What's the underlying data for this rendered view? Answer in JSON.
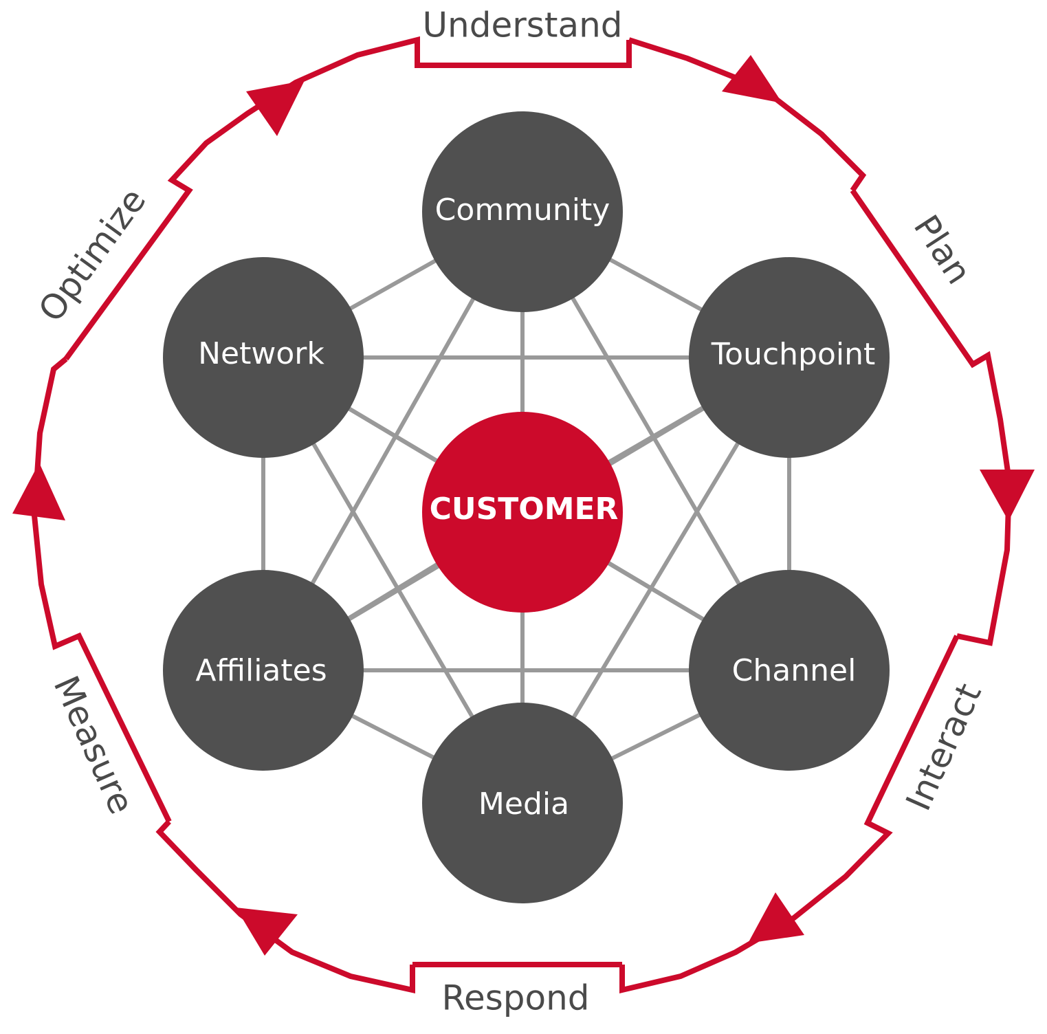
{
  "center": {
    "label": "CUSTOMER"
  },
  "nodes": [
    {
      "id": "community",
      "label": "Community"
    },
    {
      "id": "touchpoint",
      "label": "Touchpoint"
    },
    {
      "id": "channel",
      "label": "Channel"
    },
    {
      "id": "media",
      "label": "Media"
    },
    {
      "id": "affiliates",
      "label": "Affiliates"
    },
    {
      "id": "network",
      "label": "Network"
    }
  ],
  "cycle": [
    {
      "id": "understand",
      "label": "Understand"
    },
    {
      "id": "plan",
      "label": "Plan"
    },
    {
      "id": "interact",
      "label": "Interact"
    },
    {
      "id": "respond",
      "label": "Respond"
    },
    {
      "id": "measure",
      "label": "Measure"
    },
    {
      "id": "optimize",
      "label": "Optimize"
    }
  ],
  "colors": {
    "accent": "#cc0a2b",
    "node": "#505050",
    "connector": "#999999",
    "label": "#4a4a4a"
  }
}
